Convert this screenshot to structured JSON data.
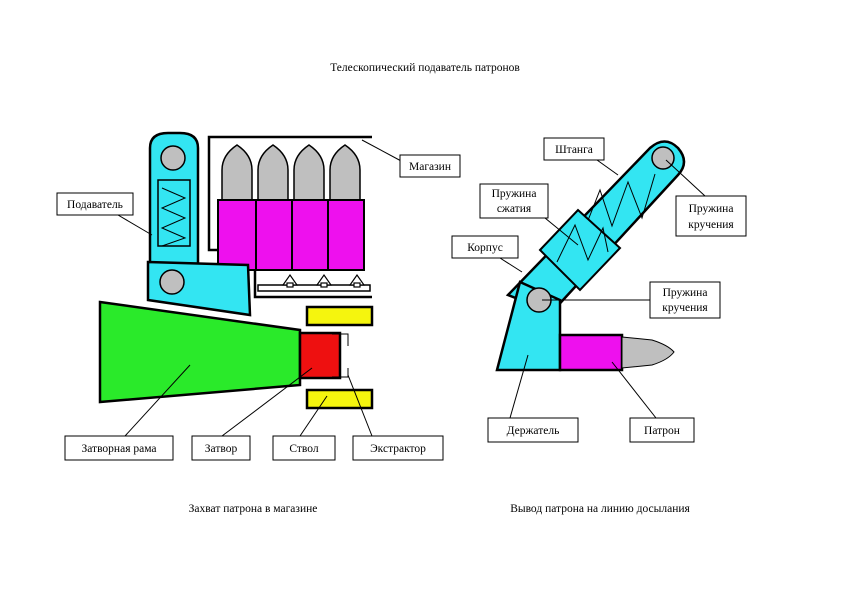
{
  "title": "Телескопический подаватель патронов",
  "left": {
    "caption": "Захват патрона в магазине",
    "labels": {
      "feeder": "Подаватель",
      "magazine": "Магазин",
      "bolt_carrier": "Затворная рама",
      "bolt": "Затвор",
      "barrel": "Ствол",
      "extractor": "Экстрактор"
    }
  },
  "right": {
    "caption": "Вывод патрона на линию досылания",
    "labels": {
      "rod": "Штанга",
      "compression_spring_1": "Пружина",
      "compression_spring_2": "сжатия",
      "torsion_spring_top_1": "Пружина",
      "torsion_spring_top_2": "кручения",
      "body": "Корпус",
      "torsion_spring_mid_1": "Пружина",
      "torsion_spring_mid_2": "кручения",
      "holder": "Держатель",
      "cartridge": "Патрон"
    }
  },
  "colors": {
    "cyan": "#33e5f2",
    "magenta": "#ee10ee",
    "green": "#2aea2a",
    "red": "#ee1010",
    "yellow": "#f5f50e",
    "gray": "#bfbfbf"
  }
}
